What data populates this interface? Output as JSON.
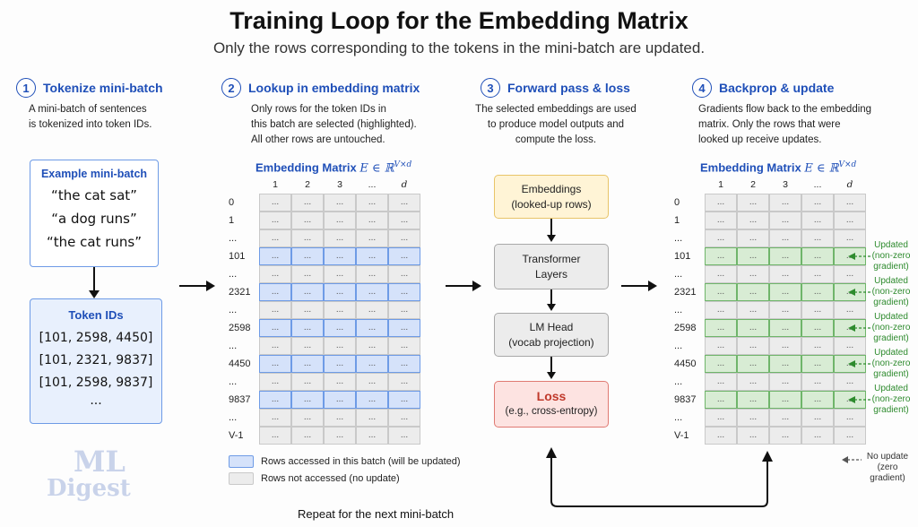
{
  "title": "Training Loop for the Embedding Matrix",
  "subtitle": "Only the rows corresponding to the tokens in the mini-batch are updated.",
  "steps": [
    {
      "num": "1",
      "title": "Tokenize mini-batch",
      "desc": [
        "A mini-batch of sentences",
        "is tokenized into token IDs."
      ]
    },
    {
      "num": "2",
      "title": "Lookup in embedding matrix",
      "desc": [
        "Only rows for the token IDs in",
        "this batch are selected (highlighted).",
        "All other rows are untouched."
      ]
    },
    {
      "num": "3",
      "title": "Forward pass & loss",
      "desc": [
        "The selected embeddings are used",
        "to produce model outputs and",
        "compute the loss."
      ]
    },
    {
      "num": "4",
      "title": "Backprop & update",
      "desc": [
        "Gradients flow back to the embedding",
        "matrix. Only the rows that were",
        "looked up receive updates."
      ]
    }
  ],
  "minibatch": {
    "title": "Example mini-batch",
    "sentences": [
      "“the cat sat”",
      "“a dog runs”",
      "“the cat runs”"
    ]
  },
  "token_ids": {
    "title": "Token IDs",
    "rows": [
      "[101, 2598, 4450]",
      "[101, 2321, 9837]",
      "[101, 2598, 9837]",
      "..."
    ]
  },
  "matrix": {
    "title_text": "Embedding Matrix",
    "title_math": "E ∈ ℝ",
    "title_sup": "V×d",
    "col_headers": [
      "1",
      "2",
      "3",
      "...",
      "d"
    ],
    "cell_text": "...",
    "rows": [
      {
        "label": "0",
        "hl": false
      },
      {
        "label": "1",
        "hl": false
      },
      {
        "label": "...",
        "hl": false
      },
      {
        "label": "101",
        "hl": true
      },
      {
        "label": "...",
        "hl": false
      },
      {
        "label": "2321",
        "hl": true
      },
      {
        "label": "...",
        "hl": false
      },
      {
        "label": "2598",
        "hl": true
      },
      {
        "label": "...",
        "hl": false
      },
      {
        "label": "4450",
        "hl": true
      },
      {
        "label": "...",
        "hl": false
      },
      {
        "label": "9837",
        "hl": true
      },
      {
        "label": "...",
        "hl": false
      },
      {
        "label": "V-1",
        "hl": false
      }
    ]
  },
  "legend": {
    "accessed": "Rows accessed in this batch (will be updated)",
    "not_accessed": "Rows not accessed (no update)"
  },
  "flow": {
    "embeddings": [
      "Embeddings",
      "(looked-up rows)"
    ],
    "transformer": [
      "Transformer",
      "Layers"
    ],
    "lm_head": [
      "LM Head",
      "(vocab projection)"
    ],
    "loss": [
      "Loss",
      "(e.g., cross-entropy)"
    ]
  },
  "updated_note": [
    "Updated",
    "(non-zero",
    "gradient)"
  ],
  "no_update_note": [
    "No update",
    "(zero gradient)"
  ],
  "repeat": "Repeat for the next mini-batch",
  "logo": {
    "line1": "ML",
    "line2": "Digest"
  },
  "colors": {
    "accent": "#1f4fb8",
    "highlight_blue": "#d5e2fa",
    "highlight_green": "#d8ecd4",
    "loss_fill": "#fde3e1",
    "embed_fill": "#fff4d6"
  }
}
